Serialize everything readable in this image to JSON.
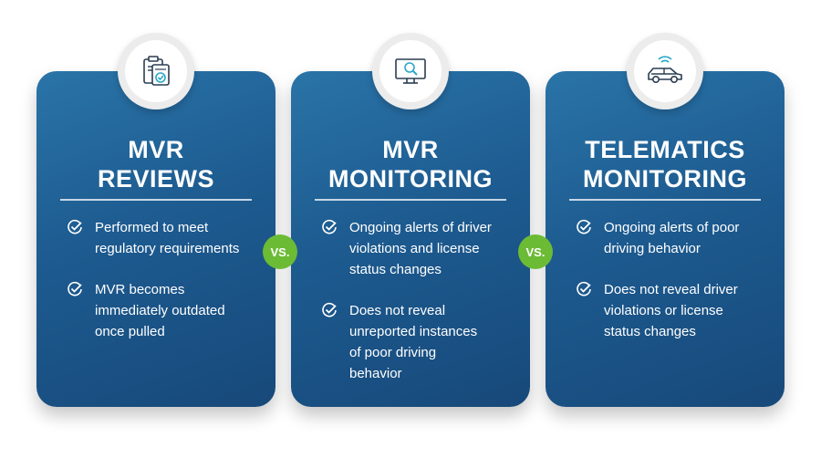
{
  "cards": [
    {
      "icon": "clipboard-check-icon",
      "title_line1": "MVR",
      "title_line2": "REVIEWS",
      "items": [
        "Performed to meet\nregulatory requirements",
        "MVR becomes\nimmediately outdated\nonce pulled"
      ]
    },
    {
      "icon": "monitor-search-icon",
      "title_line1": "MVR",
      "title_line2": "MONITORING",
      "items": [
        "Ongoing alerts of driver\nviolations and license\nstatus changes",
        "Does not reveal\nunreported instances\nof poor driving\nbehavior"
      ]
    },
    {
      "icon": "connected-car-icon",
      "title_line1": "TELEMATICS",
      "title_line2": "MONITORING",
      "items": [
        "Ongoing alerts of poor\ndriving behavior",
        "Does not reveal driver\nviolations or license\nstatus changes"
      ]
    }
  ],
  "vs_label_1": "VS.",
  "vs_label_2": "VS.",
  "colors": {
    "card_blue": "#1d5b90",
    "vs_green": "#6cbb35",
    "icon_teal": "#2aa7c9",
    "icon_dark": "#2a3d52"
  }
}
